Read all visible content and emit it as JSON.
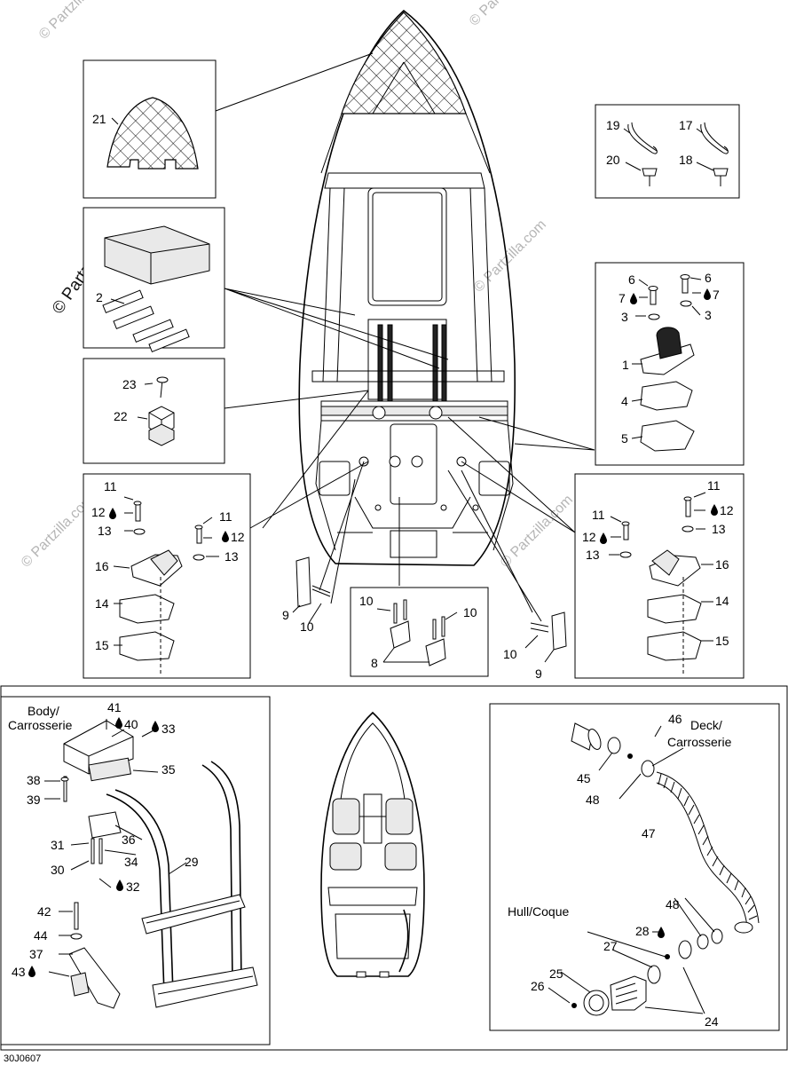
{
  "labels": {
    "n1": "1",
    "n2": "2",
    "n3": "3",
    "n4": "4",
    "n5": "5",
    "n6": "6",
    "n7": "7",
    "n8": "8",
    "n9": "9",
    "n10": "10",
    "n11": "11",
    "n12": "12",
    "n13": "13",
    "n14": "14",
    "n15": "15",
    "n16": "16",
    "n17": "17",
    "n18": "18",
    "n19": "19",
    "n20": "20",
    "n21": "21",
    "n22": "22",
    "n23": "23",
    "n24": "24",
    "n25": "25",
    "n26": "26",
    "n27": "27",
    "n28": "28",
    "n29": "29",
    "n30": "30",
    "n31": "31",
    "n32": "32",
    "n33": "33",
    "n34": "34",
    "n35": "35",
    "n36": "36",
    "n37": "37",
    "n38": "38",
    "n39": "39",
    "n40": "40",
    "n41": "41",
    "n42": "42",
    "n43": "43",
    "n44": "44",
    "n45": "45",
    "n46": "46",
    "n47": "47",
    "n48": "48"
  },
  "text": {
    "body_carrosserie_1": "Body/",
    "body_carrosserie_2": "Carrosserie",
    "deck_carrosserie_1": "Deck/",
    "deck_carrosserie_2": "Carrosserie",
    "hull_coque": "Hull/Coque",
    "watermark": "© Partzilla.com",
    "ref_code": "30J0607"
  },
  "icons": {
    "sealant_drop": "sealant-drop-icon",
    "copyright": "copyright-symbol"
  },
  "colors": {
    "line": "#000000",
    "watermark": "#b5b5b5",
    "background": "#ffffff"
  }
}
